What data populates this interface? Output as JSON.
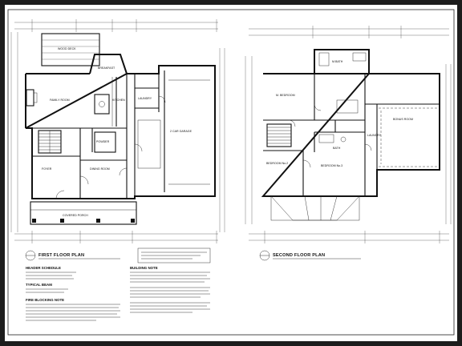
{
  "plans": [
    {
      "title": "FIRST FLOOR PLAN",
      "rooms": [
        "FAMILY ROOM",
        "KITCHEN",
        "BREAKFAST",
        "DINING ROOM",
        "FOYER",
        "COVERED PORCH",
        "2 CAR GARAGE",
        "WOOD DECK",
        "POWDER",
        "LAUNDRY"
      ]
    },
    {
      "title": "SECOND FLOOR PLAN",
      "rooms": [
        "M. BEDROOM",
        "M.BATH",
        "BONUS ROOM",
        "BEDROOM No.2",
        "BEDROOM No.3",
        "BATH",
        "LAUNDRY"
      ]
    }
  ],
  "notes": {
    "schedule_heading": "HEADER SCHEDULE",
    "beam_heading": "TYPICAL BEAM",
    "fire_heading": "FIRE BLOCKING NOTE",
    "building_heading": "BUILDING NOTE"
  },
  "colors": {
    "line": "#111111",
    "paper": "#ffffff",
    "background": "#1c1c1c"
  }
}
